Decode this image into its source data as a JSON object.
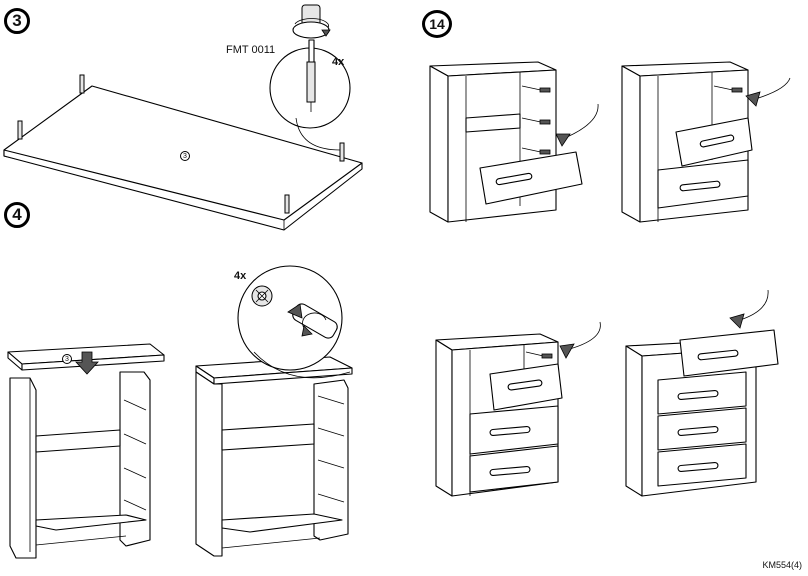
{
  "steps": [
    {
      "number": "3"
    },
    {
      "number": "4"
    },
    {
      "number": "14"
    }
  ],
  "step3": {
    "part_code": "FMT 0011",
    "quantity": "4x",
    "part_ref": "3"
  },
  "step4": {
    "quantity": "4x",
    "part_ref": "3"
  },
  "footer": {
    "doc_code": "KM554(4)"
  }
}
